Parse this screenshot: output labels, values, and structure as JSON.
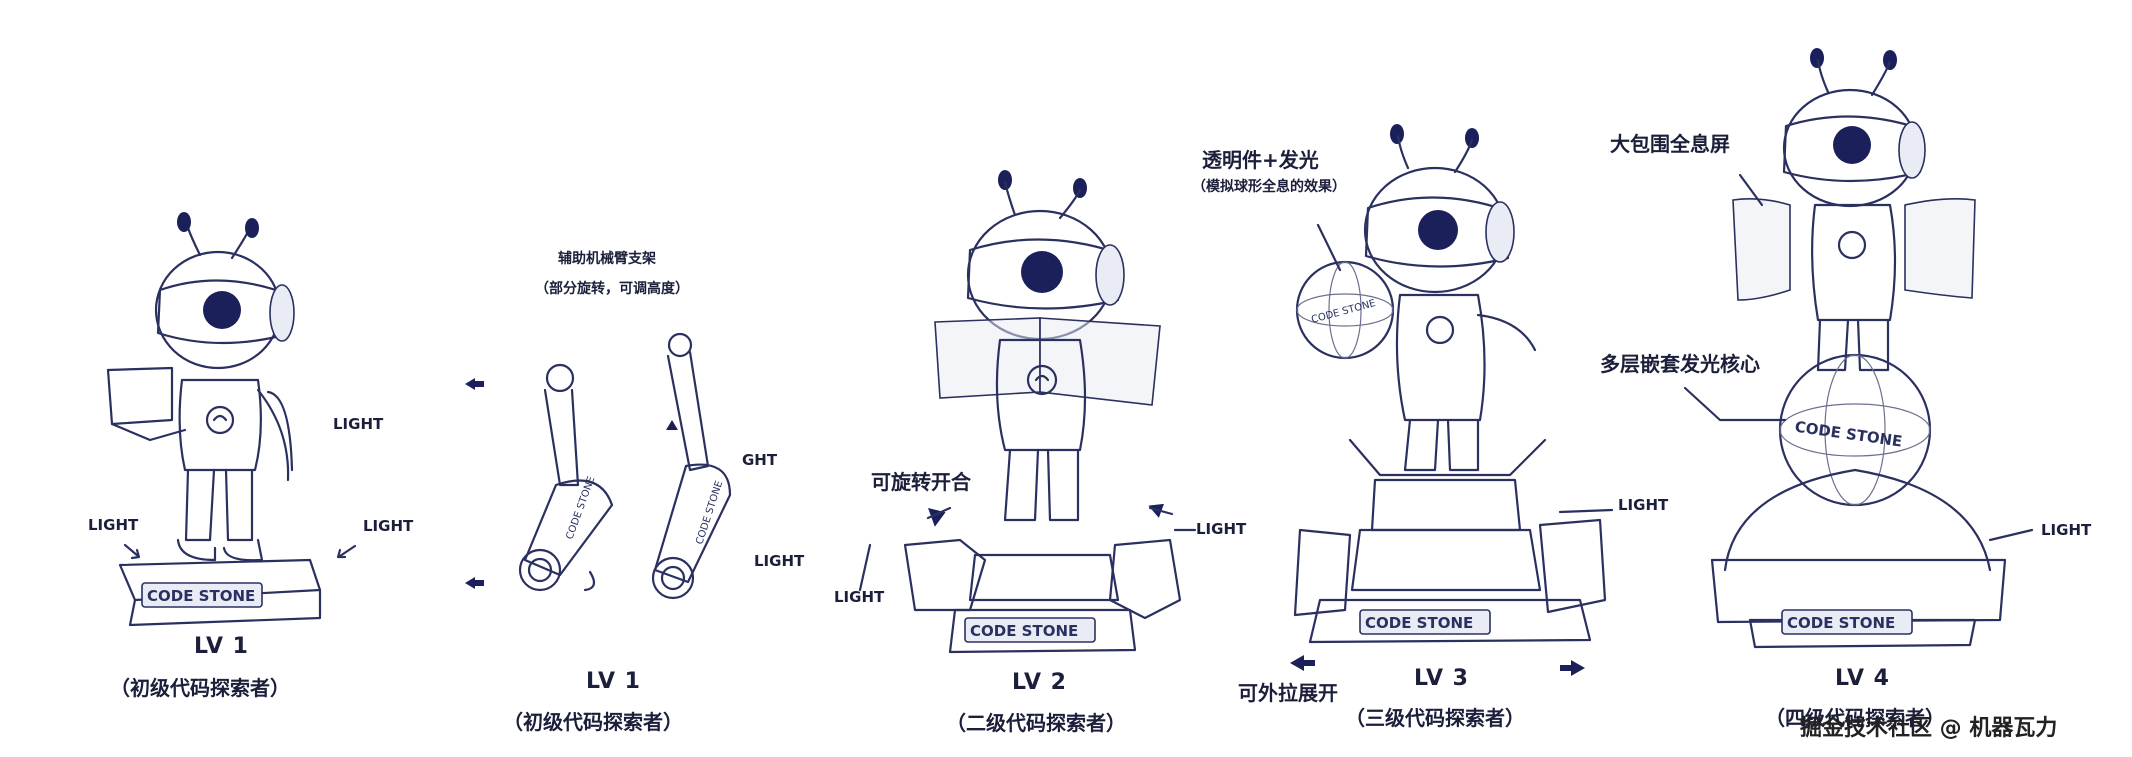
{
  "figures": [
    {
      "level": "LV 1",
      "subtitle": "（初级代码探索者）",
      "plaque": "CODE STONE"
    },
    {
      "level": "LV 1",
      "subtitle": "（初级代码探索者）",
      "arm_text": "CODE STONE"
    },
    {
      "level": "LV 2",
      "subtitle": "（二级代码探索者）",
      "plaque": "CODE STONE"
    },
    {
      "level": "LV 3",
      "subtitle": "（三级代码探索者）",
      "plaque": "CODE STONE",
      "sphere_text": "CODE STONE"
    },
    {
      "level": "LV 4",
      "subtitle": "（四级代码探索者）",
      "plaque": "CODE STONE",
      "sphere_text": "CODE STONE"
    }
  ],
  "annotations": {
    "arm_title": "辅助机械臂支架",
    "arm_sub": "（部分旋转，可调高度）",
    "rotatable": "可旋转开合",
    "transparent": "透明件+发光",
    "transparent_sub": "（模拟球形全息的效果）",
    "pull_out": "可外拉展开",
    "holo_screen": "大包围全息屏",
    "core": "多层嵌套发光核心"
  },
  "light_label": "LIGHT",
  "light_partial": "GHT",
  "watermark": "掘金技术社区 @ 机器瓦力"
}
